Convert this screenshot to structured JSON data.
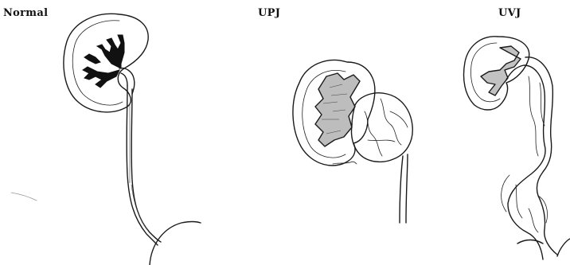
{
  "panels": [
    {
      "key": "normal",
      "label": "Normal"
    },
    {
      "key": "upj",
      "label": "UPJ"
    },
    {
      "key": "uvj",
      "label": "UVJ"
    }
  ],
  "colors": {
    "ink": "#1a1a1a",
    "background": "#ffffff"
  }
}
